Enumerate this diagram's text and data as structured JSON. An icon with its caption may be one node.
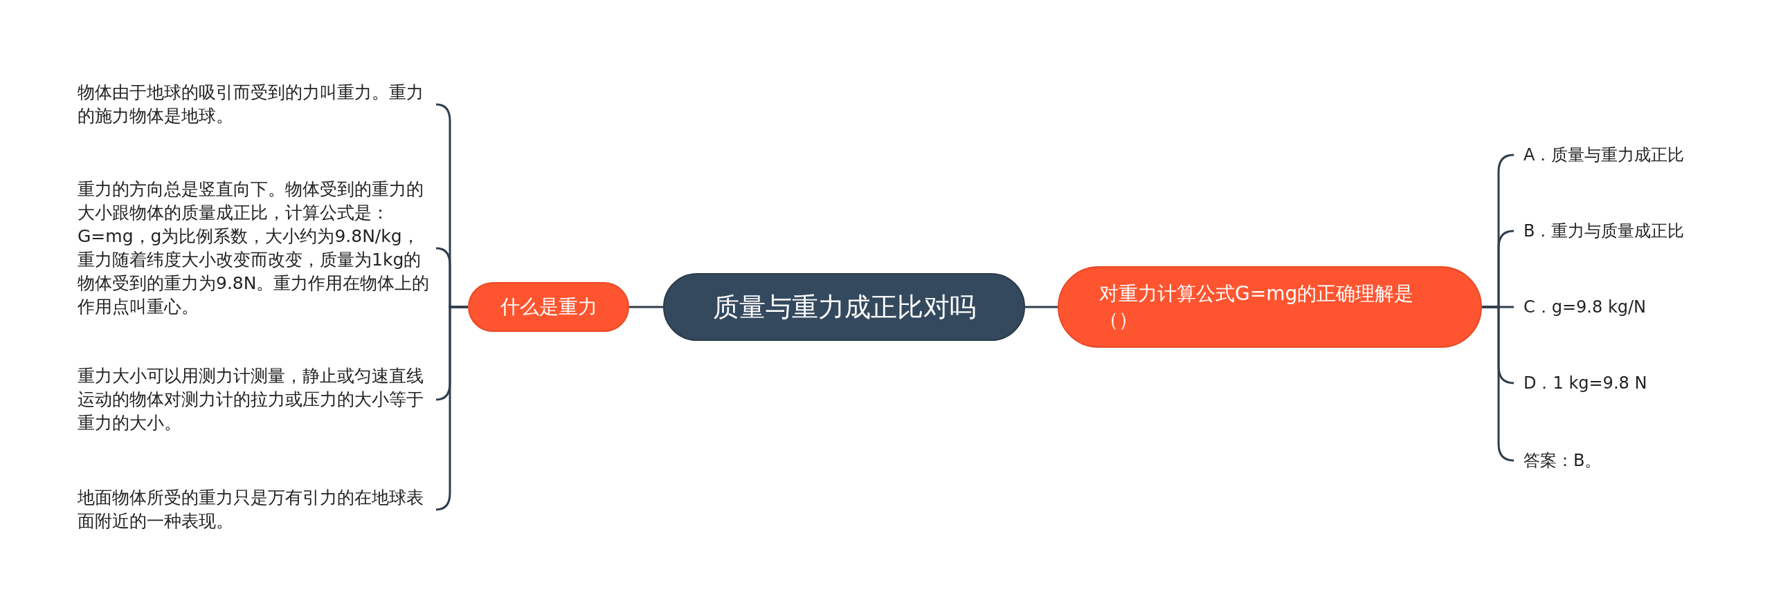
{
  "diagram": {
    "nodes": [
      {
        "text": [
          "质量与重力成正比对吗"
        ]
      },
      {
        "text": [
          "什么是重力"
        ]
      },
      {
        "text": [
          "物体由于地球的吸引而受到的力叫重力。重力的施力物体是地球。"
        ]
      },
      {
        "text": [
          "重力的方向总是竖直向下。物体受到的重力的大小跟物体的质量成正比，计算公式是：G=mg，g为比例系数，大小约为9.8N/kg，重力随着纬度大小改变而改变，质量为1kg的物体受到的重力为9.8N。重力作用在物体上的作用点叫重心。"
        ]
      },
      {
        "text": [
          "重力大小可以用测力计测量，静止或匀速直线运动的物体对测力计的拉力或压力的大小等于重力的大小。"
        ]
      },
      {
        "text": [
          "地面物体所受的重力只是万有引力的在地球表面附近的一种表现。"
        ]
      },
      {
        "text": [
          "对重力计算公式G=mg的正确理解是（）"
        ]
      },
      {
        "text": [
          "A．质量与重力成正比"
        ]
      },
      {
        "text": [
          "B．重力与质量成正比"
        ]
      },
      {
        "text": [
          "C．g=9.8 kg/N"
        ]
      },
      {
        "text": [
          "D．1 kg=9.8 N"
        ]
      },
      {
        "text": [
          "答案：B。"
        ]
      }
    ],
    "edges": [
      {
        "from": 0,
        "to": 1,
        "arrow": "none"
      },
      {
        "from": 1,
        "to": 2,
        "arrow": "none"
      },
      {
        "from": 1,
        "to": 3,
        "arrow": "none"
      },
      {
        "from": 1,
        "to": 4,
        "arrow": "none"
      },
      {
        "from": 1,
        "to": 5,
        "arrow": "none"
      },
      {
        "from": 0,
        "to": 6,
        "arrow": "none"
      },
      {
        "from": 6,
        "to": 7,
        "arrow": "none"
      },
      {
        "from": 6,
        "to": 8,
        "arrow": "none"
      },
      {
        "from": 6,
        "to": 9,
        "arrow": "none"
      },
      {
        "from": 6,
        "to": 10,
        "arrow": "none"
      },
      {
        "from": 6,
        "to": 11,
        "arrow": "none"
      }
    ]
  }
}
